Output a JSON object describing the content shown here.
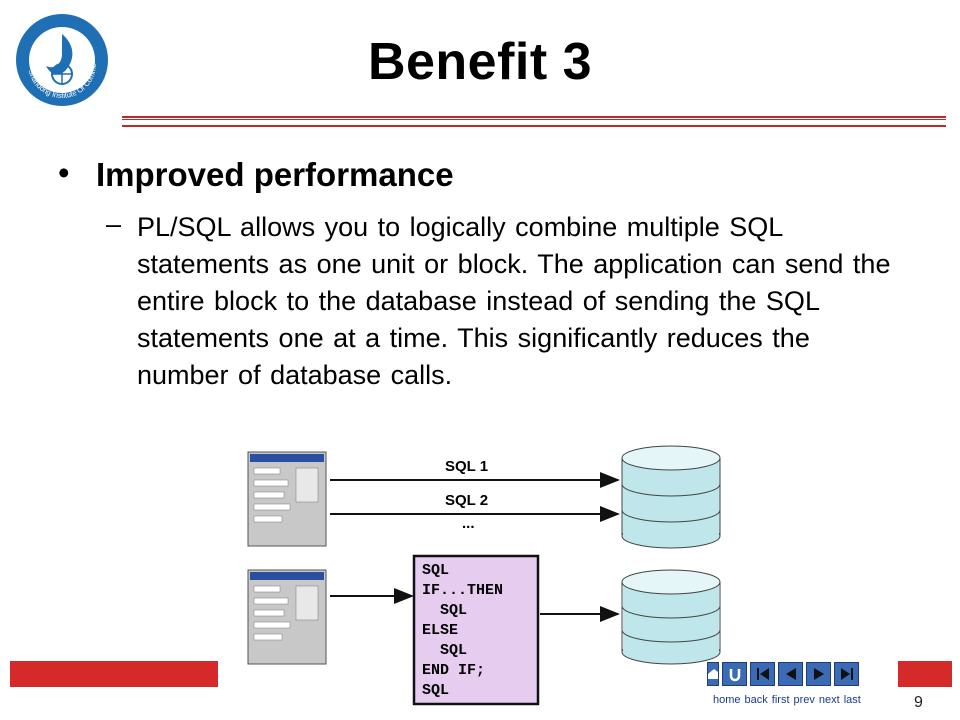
{
  "slide": {
    "title": "Benefit 3",
    "bullet": "Improved performance",
    "sub_marker": "–",
    "body": "PL/SQL allows you to logically combine multiple SQL statements as one unit or block. The application can send the entire block to the database instead of sending the SQL statements one at a time. This significantly reduces the number of database calls.",
    "page_number": "9"
  },
  "diagram": {
    "arrow1_label": "SQL 1",
    "arrow2_label": "SQL 2",
    "ellipsis": "...",
    "block_lines": [
      "SQL",
      "IF...THEN",
      "  SQL",
      "ELSE",
      "  SQL",
      "END IF;",
      "SQL"
    ]
  },
  "logo": {
    "text": "Shandong Institute Of Commerce"
  },
  "nav": {
    "home": "home",
    "back": "back",
    "first": "first",
    "prev": "prev",
    "next": "next",
    "last": "last"
  },
  "colors": {
    "accent_red": "#d42a2a",
    "logo_blue": "#1f6fb5",
    "nav_blue": "#3c6bb5",
    "block_fill": "#e6cdf0",
    "db_fill": "#bfe6ea"
  }
}
